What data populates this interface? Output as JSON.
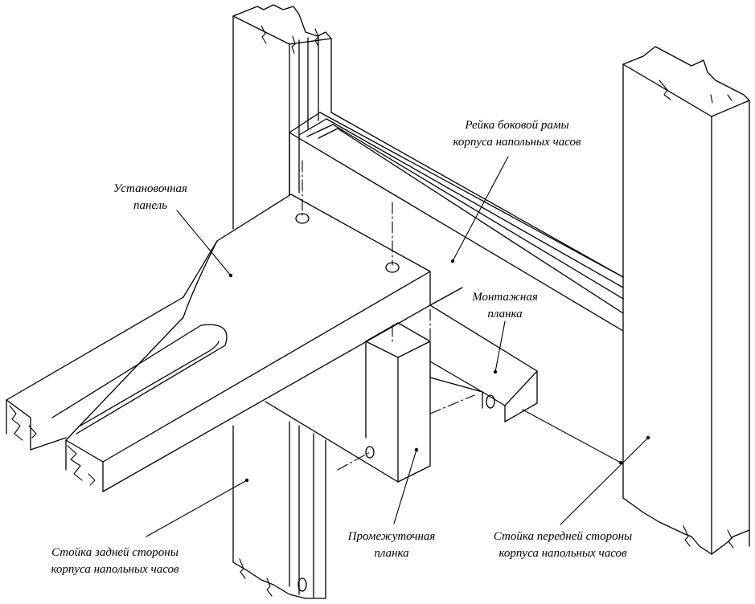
{
  "colors": {
    "line": "#000000",
    "background": "#ffffff"
  },
  "labels": {
    "side_rail": {
      "line1": "Рейка боковой рамы",
      "line2": "корпуса напольных часов"
    },
    "mounting_panel": {
      "line1": "Установочная",
      "line2": "панель"
    },
    "mounting_strip": {
      "line1": "Монтажная",
      "line2": "планка"
    },
    "rear_post": {
      "line1": "Стойка задней стороны",
      "line2": "корпуса напольных часов"
    },
    "intermediate_strip": {
      "line1": "Промежуточная",
      "line2": "планка"
    },
    "front_post": {
      "line1": "Стойка передней стороны",
      "line2": "корпуса напольных часов"
    }
  }
}
